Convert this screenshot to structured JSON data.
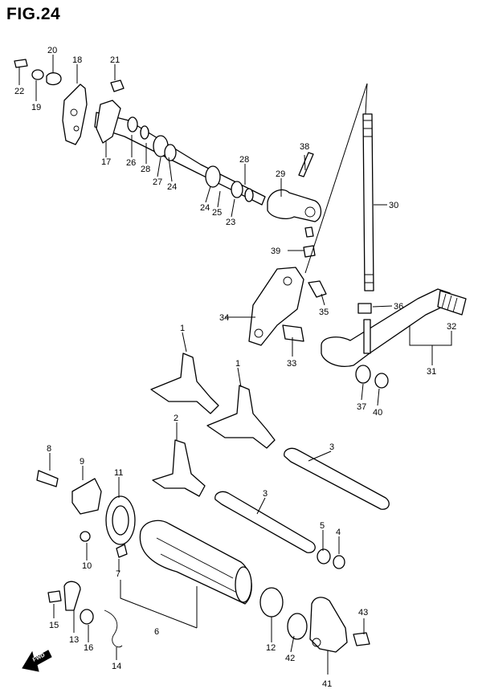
{
  "figure": {
    "title": "FIG.24",
    "fwd_label": "FWD"
  },
  "callouts": [
    "1",
    "1",
    "2",
    "3",
    "3",
    "4",
    "5",
    "6",
    "7",
    "8",
    "9",
    "10",
    "11",
    "12",
    "13",
    "14",
    "15",
    "16",
    "17",
    "18",
    "19",
    "20",
    "21",
    "22",
    "23",
    "24",
    "24",
    "25",
    "26",
    "27",
    "28",
    "28",
    "29",
    "30",
    "31",
    "32",
    "33",
    "34",
    "35",
    "36",
    "37",
    "38",
    "39",
    "40",
    "41",
    "42",
    "43"
  ]
}
